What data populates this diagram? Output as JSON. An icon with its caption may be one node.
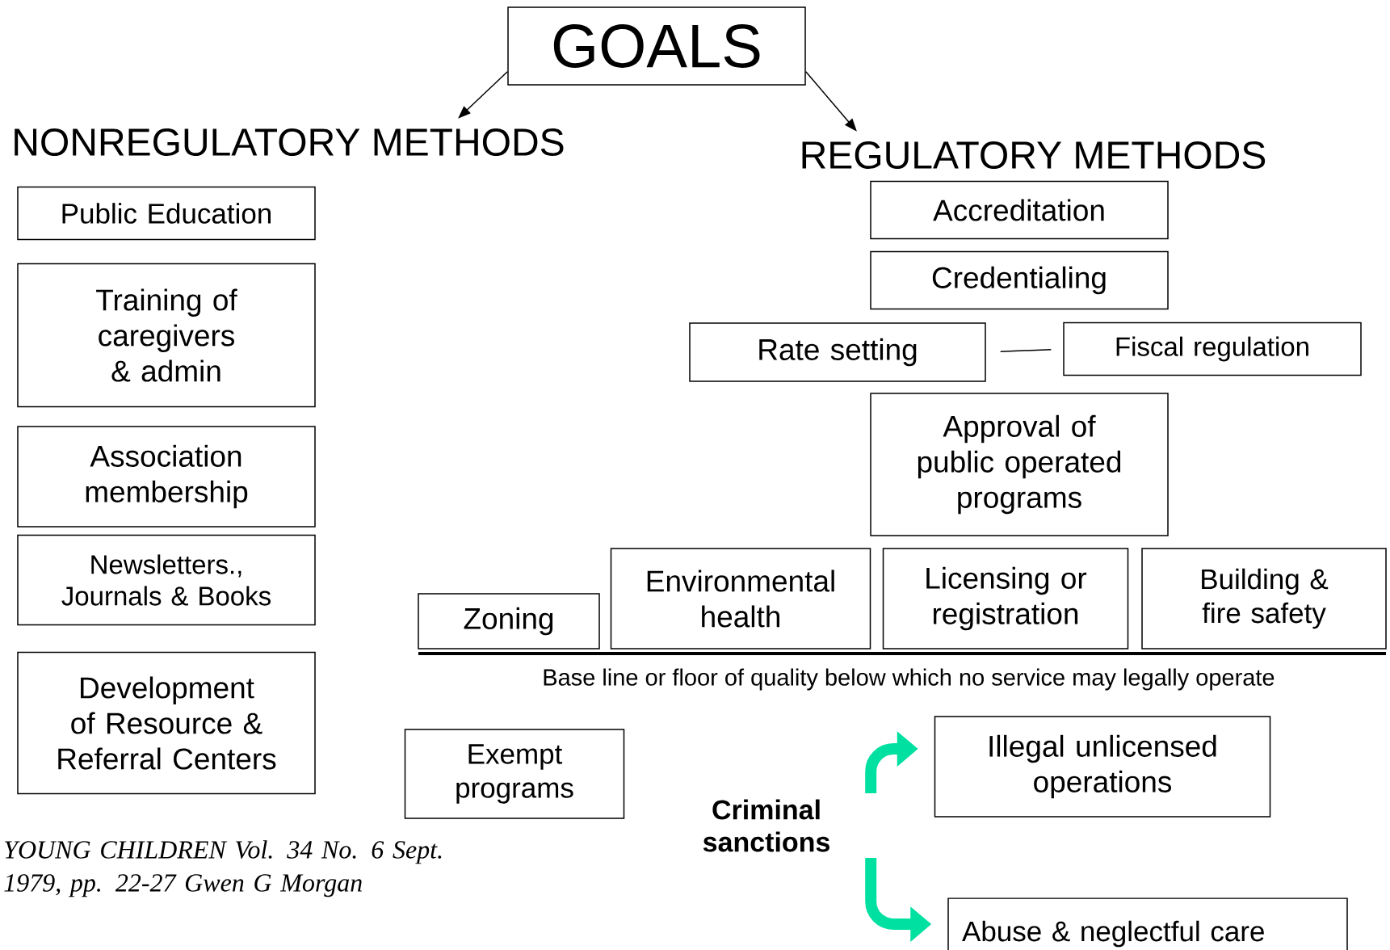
{
  "diagram": {
    "nodes": [
      {
        "text": [
          "GOALS"
        ]
      },
      {
        "text": [
          "NONREGULATORY METHODS"
        ]
      },
      {
        "text": [
          "REGULATORY METHODS"
        ]
      },
      {
        "text": [
          "Public Education"
        ]
      },
      {
        "text": [
          "Training of caregivers & admin"
        ]
      },
      {
        "text": [
          "Association membership"
        ]
      },
      {
        "text": [
          "Newsletters., Journals & Books"
        ]
      },
      {
        "text": [
          "Development of Resource & Referral Centers"
        ]
      },
      {
        "text": [
          "Accreditation"
        ]
      },
      {
        "text": [
          "Credentialing"
        ]
      },
      {
        "text": [
          "Rate setting"
        ]
      },
      {
        "text": [
          "Fiscal regulation"
        ]
      },
      {
        "text": [
          "Approval of public operated programs"
        ]
      },
      {
        "text": [
          "Zoning"
        ]
      },
      {
        "text": [
          "Environmental health"
        ]
      },
      {
        "text": [
          "Licensing or registration"
        ]
      },
      {
        "text": [
          "Building & fire safety"
        ]
      },
      {
        "text": [
          "Exempt programs"
        ]
      },
      {
        "text": [
          "Criminal sanctions"
        ]
      },
      {
        "text": [
          "Illegal unlicensed operations"
        ]
      },
      {
        "text": [
          "Abuse & neglectful care"
        ]
      }
    ],
    "edges": [
      {
        "from": 0,
        "to": 1,
        "arrow": "to"
      },
      {
        "from": 0,
        "to": 2,
        "arrow": "to"
      },
      {
        "from": 10,
        "to": 11,
        "arrow": "none"
      },
      {
        "from": 18,
        "to": 19,
        "arrow": "to",
        "style": "thick",
        "color": "#00e0a0"
      },
      {
        "from": 18,
        "to": 20,
        "arrow": "to",
        "style": "thick",
        "color": "#00e0a0"
      }
    ],
    "labels": [
      "Base line or floor of quality below which no service may legally operate",
      "YOUNG CHILDREN Vol. 34 No. 6 Sept. 1979, pp. 22-27 Gwen G Morgan"
    ]
  }
}
